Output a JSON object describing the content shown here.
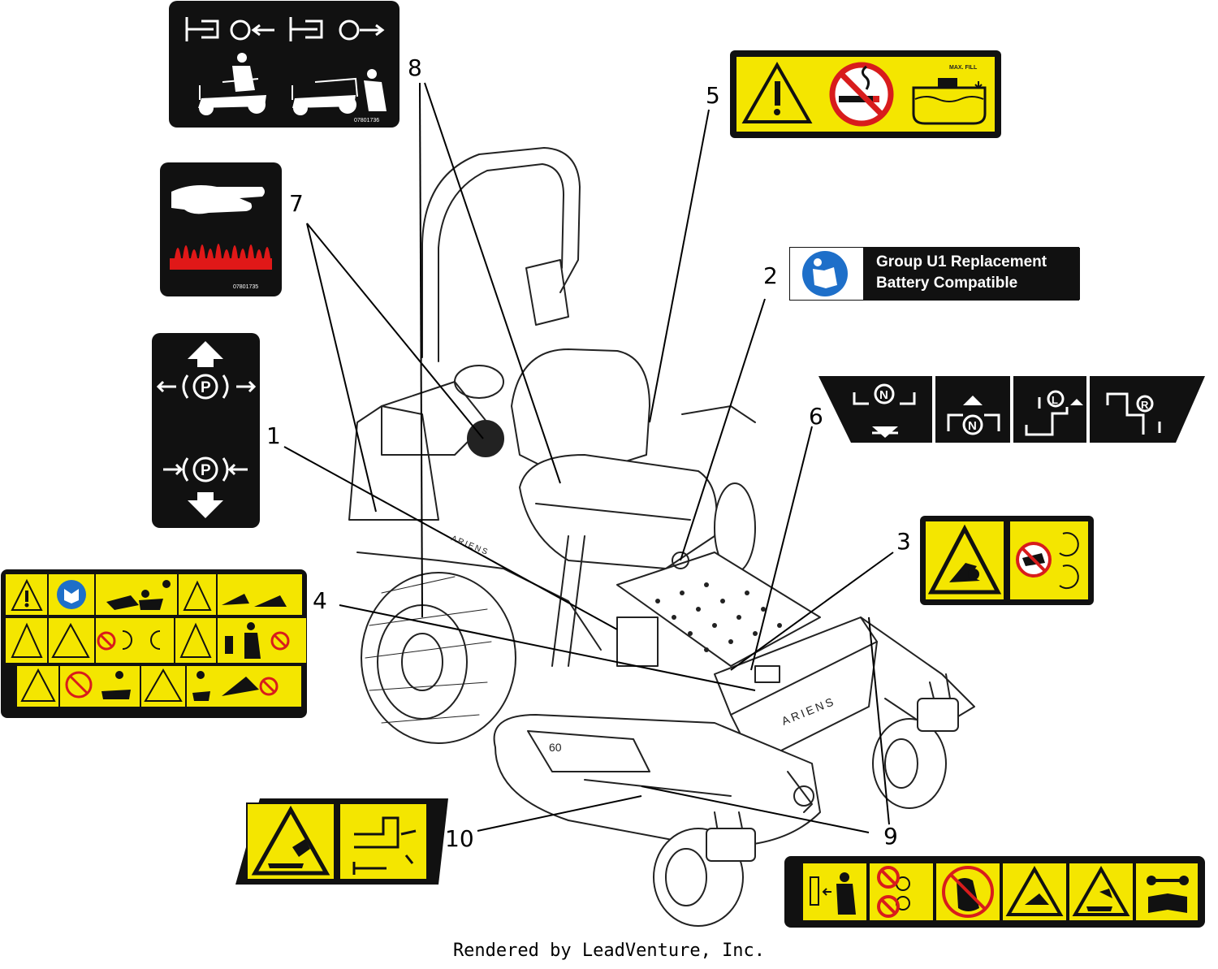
{
  "callouts": [
    {
      "id": "1",
      "label": "1"
    },
    {
      "id": "2",
      "label": "2"
    },
    {
      "id": "3",
      "label": "3"
    },
    {
      "id": "4",
      "label": "4"
    },
    {
      "id": "5",
      "label": "5"
    },
    {
      "id": "6",
      "label": "6"
    },
    {
      "id": "7",
      "label": "7"
    },
    {
      "id": "8",
      "label": "8"
    },
    {
      "id": "9",
      "label": "9"
    },
    {
      "id": "10",
      "label": "10"
    }
  ],
  "decals": {
    "hitch": {
      "part_number": "07801736"
    },
    "hot_surface": {
      "part_number": "07801735"
    },
    "battery": {
      "line1": "Group U1 Replacement",
      "line2": "Battery Compatible"
    },
    "fuel": {
      "max_fill": "MAX. FILL"
    },
    "motion": {
      "letters": [
        "N",
        "N",
        "L",
        "R"
      ]
    },
    "brand": "ARIENS",
    "deck_size": "60"
  },
  "footer": "Rendered by LeadVenture, Inc.",
  "colors": {
    "decal_yellow": "#f4e600",
    "decal_black": "#111111",
    "hot_red": "#e01818",
    "prohibit_red": "#d81c1c",
    "info_blue": "#1e6fc9"
  }
}
